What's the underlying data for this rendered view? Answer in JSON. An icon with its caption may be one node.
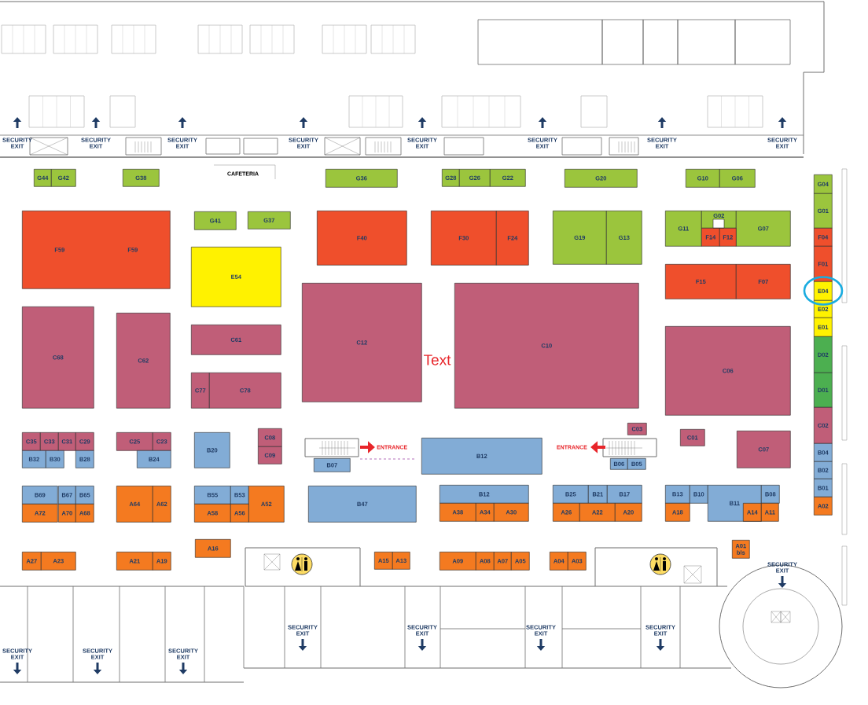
{
  "diagram": {
    "nodes": [
      {
        "text": [
          "G44"
        ]
      },
      {
        "text": [
          "G42"
        ]
      },
      {
        "text": [
          "G38"
        ]
      },
      {
        "text": [
          "G36"
        ]
      },
      {
        "text": [
          "G28"
        ]
      },
      {
        "text": [
          "G26"
        ]
      },
      {
        "text": [
          "G22"
        ]
      },
      {
        "text": [
          "G20"
        ]
      },
      {
        "text": [
          "G10"
        ]
      },
      {
        "text": [
          "G06"
        ]
      },
      {
        "text": [
          "G04"
        ]
      },
      {
        "text": [
          "G01"
        ]
      },
      {
        "text": [
          "F59",
          "F59"
        ]
      },
      {
        "text": [
          "G41"
        ]
      },
      {
        "text": [
          "G37"
        ]
      },
      {
        "text": [
          "F40"
        ]
      },
      {
        "text": [
          "F30"
        ]
      },
      {
        "text": [
          "F24"
        ]
      },
      {
        "text": [
          "G19"
        ]
      },
      {
        "text": [
          "G13"
        ]
      },
      {
        "text": [
          "G11"
        ]
      },
      {
        "text": [
          "G02"
        ]
      },
      {
        "text": [
          "G07"
        ]
      },
      {
        "text": [
          "F14"
        ]
      },
      {
        "text": [
          "F12"
        ]
      },
      {
        "text": [
          "F04"
        ]
      },
      {
        "text": [
          "F01"
        ]
      },
      {
        "text": [
          "E54"
        ]
      },
      {
        "text": [
          "F15"
        ]
      },
      {
        "text": [
          "F07"
        ]
      },
      {
        "text": [
          "E04"
        ]
      },
      {
        "text": [
          "C12"
        ]
      },
      {
        "text": [
          "C10"
        ]
      },
      {
        "text": [
          "E02"
        ]
      },
      {
        "text": [
          "C68"
        ]
      },
      {
        "text": [
          "C62"
        ]
      },
      {
        "text": [
          "E01"
        ]
      },
      {
        "text": [
          "C61"
        ]
      },
      {
        "text": [
          "C06"
        ]
      },
      {
        "text": [
          "D02"
        ]
      },
      {
        "text": [
          "C77"
        ]
      },
      {
        "text": [
          "C78"
        ]
      },
      {
        "text": [
          "D01"
        ]
      },
      {
        "text": [
          "C02"
        ]
      },
      {
        "text": [
          "C03"
        ]
      },
      {
        "text": [
          "C08"
        ]
      },
      {
        "text": [
          "C01"
        ]
      },
      {
        "text": [
          "C07"
        ]
      },
      {
        "text": [
          "C35"
        ]
      },
      {
        "text": [
          "C33"
        ]
      },
      {
        "text": [
          "C31"
        ]
      },
      {
        "text": [
          "C29"
        ]
      },
      {
        "text": [
          "C25"
        ]
      },
      {
        "text": [
          "C23"
        ]
      },
      {
        "text": [
          "B20"
        ]
      },
      {
        "text": [
          "B12"
        ]
      },
      {
        "text": [
          "B04"
        ]
      },
      {
        "text": [
          "C09"
        ]
      },
      {
        "text": [
          "B32"
        ]
      },
      {
        "text": [
          "B30"
        ]
      },
      {
        "text": [
          "B28"
        ]
      },
      {
        "text": [
          "B24"
        ]
      },
      {
        "text": [
          "B07"
        ]
      },
      {
        "text": [
          "B06"
        ]
      },
      {
        "text": [
          "B05"
        ]
      },
      {
        "text": [
          "B02"
        ]
      },
      {
        "text": [
          "B01"
        ]
      },
      {
        "text": [
          "B69"
        ]
      },
      {
        "text": [
          "B67"
        ]
      },
      {
        "text": [
          "B65"
        ]
      },
      {
        "text": [
          "A64"
        ]
      },
      {
        "text": [
          "A62"
        ]
      },
      {
        "text": [
          "B55"
        ]
      },
      {
        "text": [
          "B53"
        ]
      },
      {
        "text": [
          "A52"
        ]
      },
      {
        "text": [
          "B47"
        ]
      },
      {
        "text": [
          "B12"
        ]
      },
      {
        "text": [
          "B25"
        ]
      },
      {
        "text": [
          "B21"
        ]
      },
      {
        "text": [
          "B17"
        ]
      },
      {
        "text": [
          "B13"
        ]
      },
      {
        "text": [
          "B10"
        ]
      },
      {
        "text": [
          "B11"
        ]
      },
      {
        "text": [
          "B08"
        ]
      },
      {
        "text": [
          "A02"
        ]
      },
      {
        "text": [
          "A72"
        ]
      },
      {
        "text": [
          "A70"
        ]
      },
      {
        "text": [
          "A68"
        ]
      },
      {
        "text": [
          "A58"
        ]
      },
      {
        "text": [
          "A56"
        ]
      },
      {
        "text": [
          "A38"
        ]
      },
      {
        "text": [
          "A34"
        ]
      },
      {
        "text": [
          "A30"
        ]
      },
      {
        "text": [
          "A26"
        ]
      },
      {
        "text": [
          "A22"
        ]
      },
      {
        "text": [
          "A20"
        ]
      },
      {
        "text": [
          "A18"
        ]
      },
      {
        "text": [
          "A14"
        ],
        "in": 82
      },
      {
        "text": [
          "A11"
        ]
      },
      {
        "text": [
          "A16"
        ]
      },
      {
        "text": [
          "A01 bls"
        ]
      },
      {
        "text": [
          "A27"
        ]
      },
      {
        "text": [
          "A23"
        ]
      },
      {
        "text": [
          "A21"
        ]
      },
      {
        "text": [
          "A19"
        ]
      },
      {
        "text": [
          "A15"
        ]
      },
      {
        "text": [
          "A13"
        ]
      },
      {
        "text": [
          "A09"
        ]
      },
      {
        "text": [
          "A08"
        ]
      },
      {
        "text": [
          "A07"
        ]
      },
      {
        "text": [
          "A05"
        ]
      },
      {
        "text": [
          "A04"
        ]
      },
      {
        "text": [
          "A03"
        ]
      }
    ],
    "labels": [
      "SECURITY EXIT",
      "SECURITY EXIT",
      "SECURITY EXIT",
      "SECURITY EXIT",
      "SECURITY EXIT",
      "SECURITY EXIT",
      "SECURITY EXIT",
      "SECURITY EXIT",
      "CAFETERIA",
      "Text",
      "ENTRANCE",
      "ENTRANCE",
      "SECURITY EXIT",
      "SECURITY EXIT",
      "SECURITY EXIT",
      "SECURITY EXIT",
      "SECURITY EXIT",
      "SECURITY EXIT",
      "SECURITY EXIT",
      "SECURITY EXIT"
    ]
  }
}
